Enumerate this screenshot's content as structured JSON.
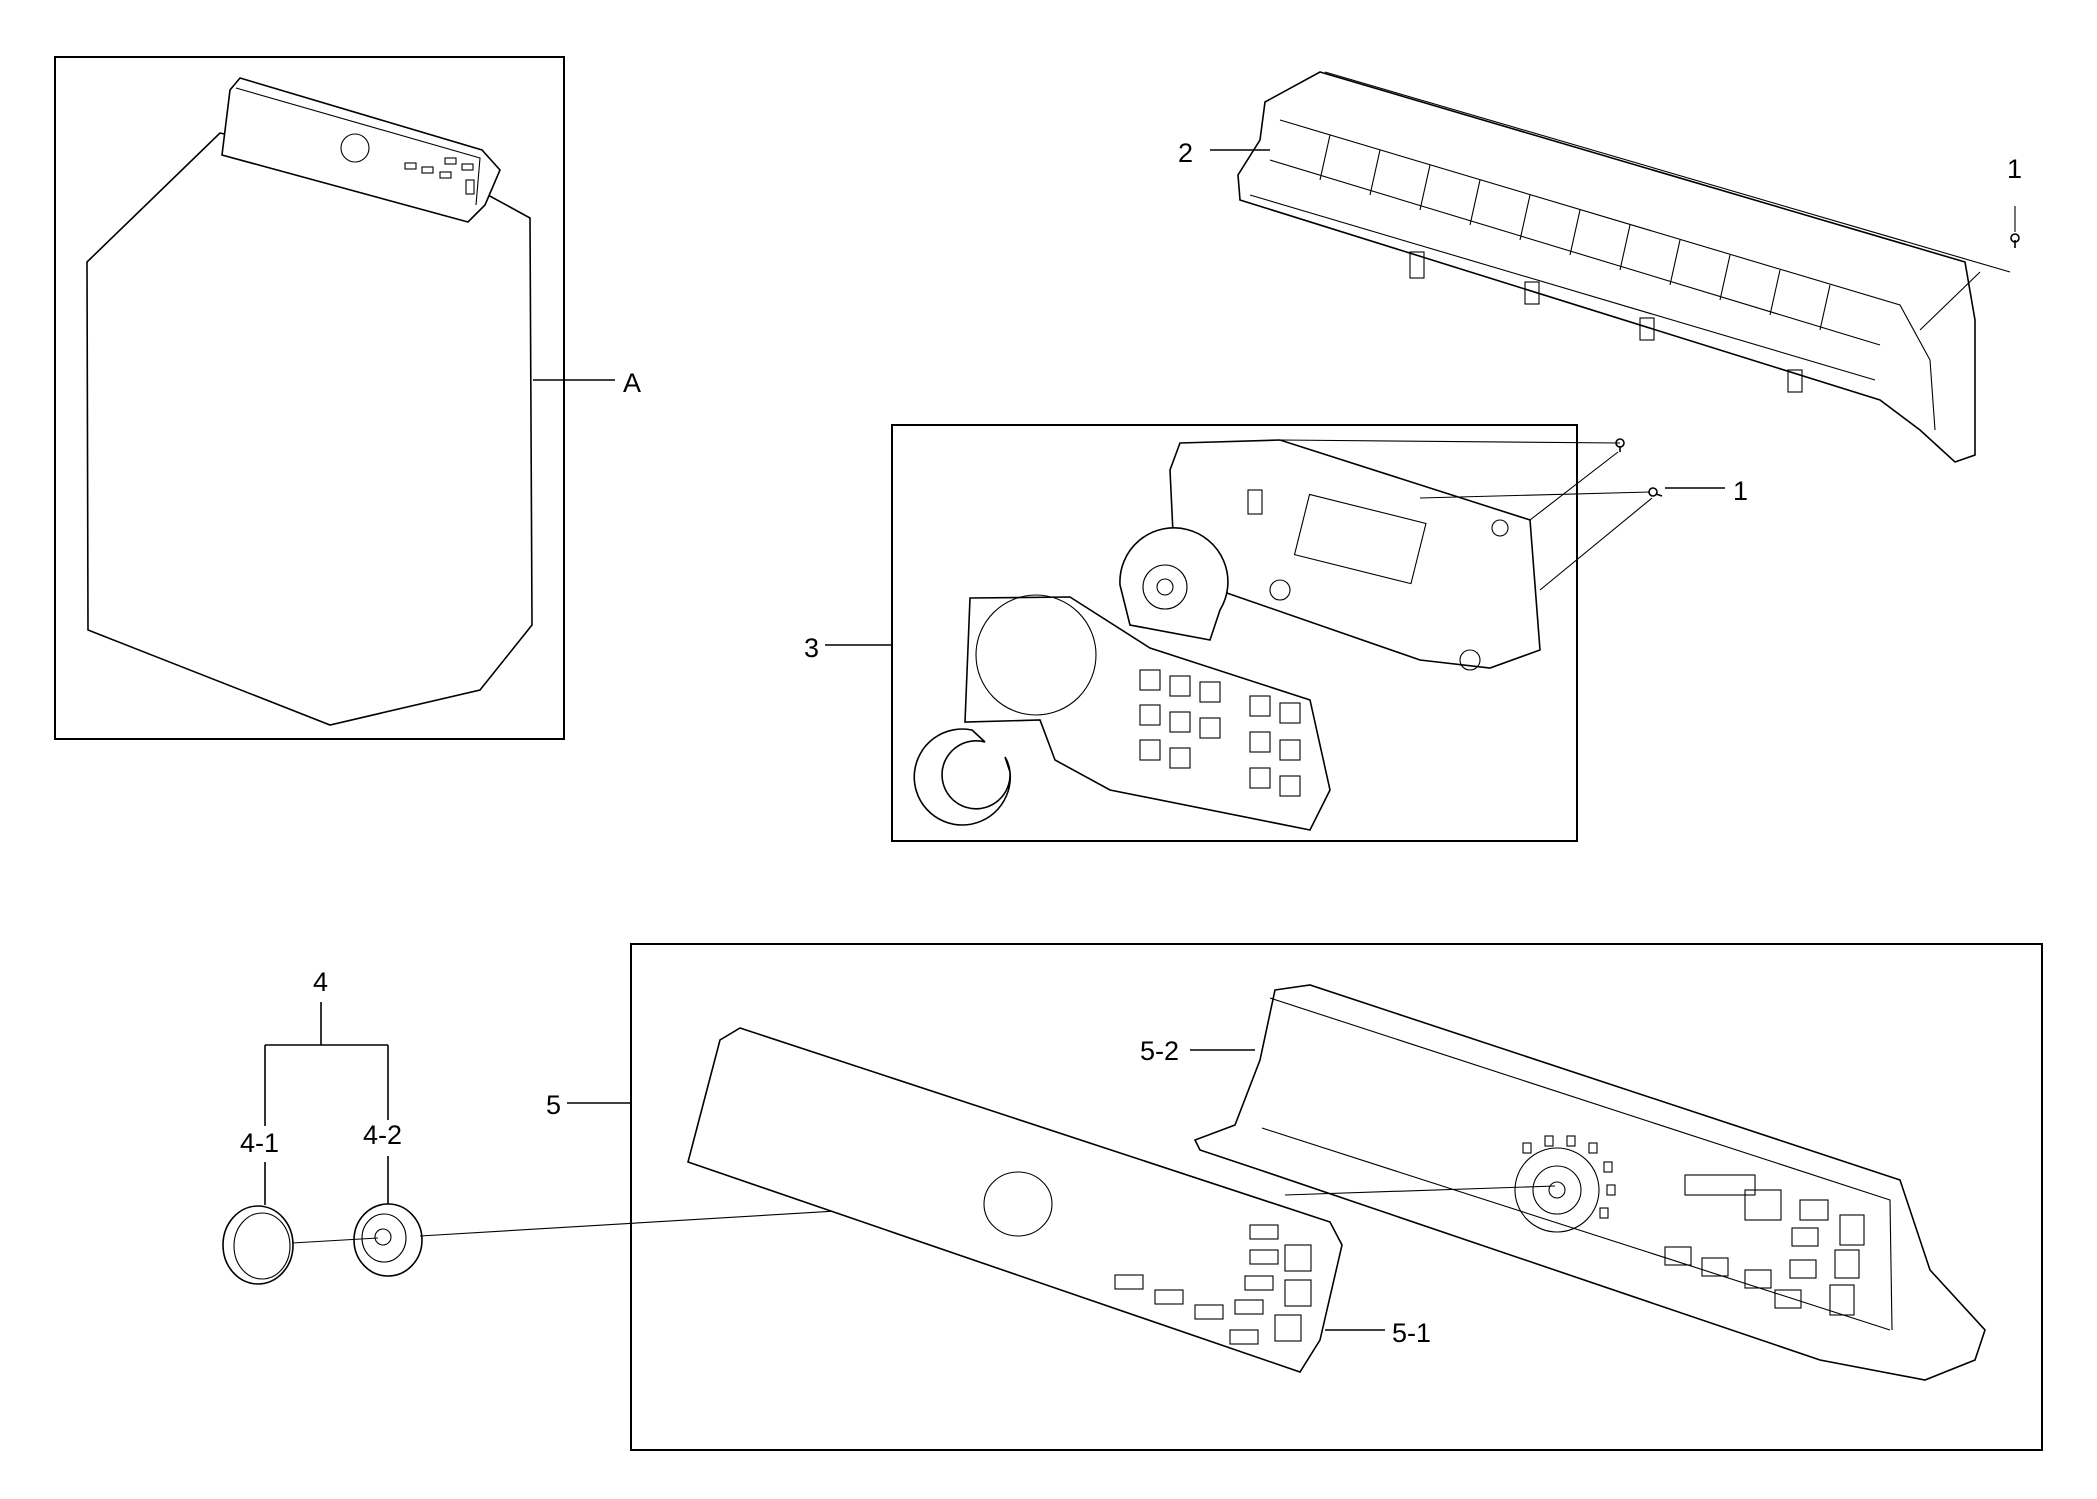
{
  "labels": {
    "assembly": "A",
    "screw_top": "1",
    "screw_pcb": "1",
    "control_frame": "2",
    "pcb_assembly": "3",
    "knob_assembly": "4",
    "knob_cap": "4-1",
    "knob_base": "4-2",
    "control_panel_assembly": "5",
    "panel_overlay": "5-1",
    "panel_frame": "5-2"
  },
  "colors": {
    "line": "#000000",
    "background": "#ffffff"
  }
}
